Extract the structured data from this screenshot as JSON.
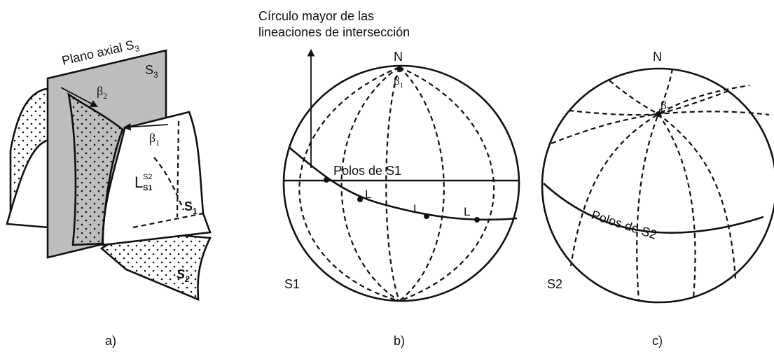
{
  "panel_a": {
    "plane_label": "Plano axial S",
    "plane_label_sub": "3",
    "s3_label": "S",
    "s3_sub": "3",
    "beta2_label": "β",
    "beta2_sub": "2",
    "beta1_label": "β",
    "beta1_sub": "1",
    "l_symbol": "L",
    "l_sup": "S2",
    "l_sub": "S1",
    "s1_label": "S",
    "s1_sub": "1",
    "s2_label": "S",
    "s2_sub": "2",
    "caption": "a)"
  },
  "panel_b": {
    "title_line1": "Círculo mayor de las",
    "title_line2": "lineaciones de intersección",
    "north": "N",
    "beta1_label": "β",
    "beta1_sub": "1",
    "poles_label": "Polos de S1",
    "l_labels": [
      "L",
      "L",
      "L"
    ],
    "s1_label": "S1",
    "caption": "b)"
  },
  "panel_c": {
    "north": "N",
    "beta2_label": "β",
    "beta2_sub": "2",
    "poles_label": "Polos de S2",
    "s2_label": "S2",
    "caption": "c)"
  },
  "colors": {
    "ink": "#111111",
    "plane_fill": "#bdbdbd",
    "background": "#ffffff"
  }
}
